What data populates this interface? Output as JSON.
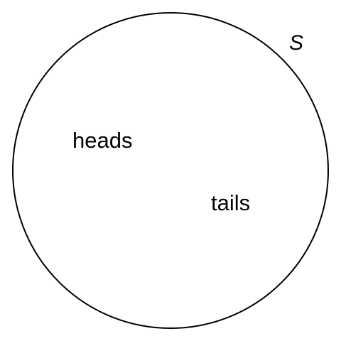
{
  "diagram": {
    "set_label": "S",
    "outcomes": [
      "heads",
      "tails"
    ],
    "colors": {
      "stroke": "#000000",
      "background": "#ffffff",
      "text": "#000000"
    }
  }
}
